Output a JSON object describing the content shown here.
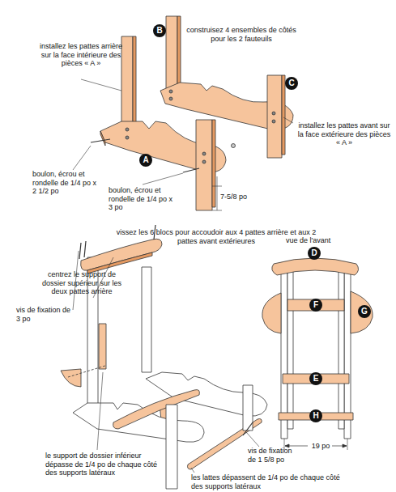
{
  "diagram": {
    "nodes": [
      {
        "text": [
          "B"
        ]
      },
      {
        "text": [
          "C"
        ]
      },
      {
        "text": [
          "A"
        ]
      },
      {
        "text": [
          "D"
        ]
      },
      {
        "text": [
          "F"
        ]
      },
      {
        "text": [
          "G"
        ]
      },
      {
        "text": [
          "E"
        ]
      },
      {
        "text": [
          "H"
        ]
      }
    ],
    "labels": [
      "construisez 4 ensembles de côtés pour les 2 fauteuils",
      "installez les pattes arrière sur la face intérieure des pièces « A »",
      "installez les pattes avant sur la face extérieure des pièces « A »",
      "boulon, écrou et rondelle de 1/4 po x 2 1/2 po",
      "boulon, écrou et rondelle de 1/4 po x 3 po",
      "7-5/8 po",
      "vissez les 6 blocs pour accoudoir aux 4 pattes arrière et aux 2 pattes avant extérieures",
      "vue de l'avant",
      "centrez le support de dossier supérieur sur les deux pattes arrière",
      "vis de fixation de 3 po",
      "le support de dossier inférieur dépasse de 1/4 po de chaque côté des supports latéraux",
      "vis de fixation de 1 5/8 po",
      "les lattes dépassent de 1/4 po de chaque côté des supports latéraux",
      "19 po"
    ]
  }
}
